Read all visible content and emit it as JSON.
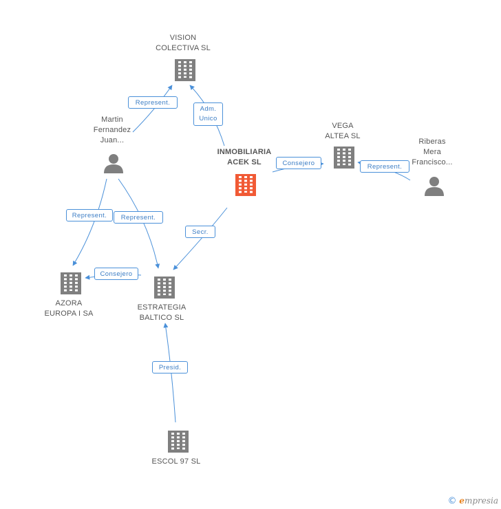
{
  "colors": {
    "edge": "#4a90d9",
    "node_icon": "#7f7f7f",
    "main_icon": "#f15a35",
    "text": "#555555"
  },
  "nodes": {
    "vision": {
      "label": "VISION\nCOLECTIVA SL",
      "icon": "building-icon"
    },
    "main": {
      "label": "INMOBILIARIA\nACEK SL",
      "icon": "building-icon"
    },
    "vega": {
      "label": "VEGA\nALTEA SL",
      "icon": "building-icon"
    },
    "riberas": {
      "label": "Riberas\nMera\nFrancisco...",
      "icon": "person-icon"
    },
    "martin": {
      "label": "Martin\nFernandez\nJuan...",
      "icon": "person-icon"
    },
    "azora": {
      "label": "AZORA\nEUROPA I SA",
      "icon": "building-icon"
    },
    "estrategia": {
      "label": "ESTRATEGIA\nBALTICO SL",
      "icon": "building-icon"
    },
    "escol": {
      "label": "ESCOL 97 SL",
      "icon": "building-icon"
    }
  },
  "edges": {
    "martin_vision": "Represent.",
    "main_vision": "Adm.\nUnico",
    "main_vega": "Consejero",
    "riberas_vega": "Represent.",
    "martin_azora": "Represent.",
    "martin_estrategia": "Represent.",
    "estrategia_azora": "Consejero",
    "main_estrategia": "Secr.",
    "escol_estrategia": "Presid."
  },
  "footer": {
    "copyright": "©",
    "brand_initial": "e",
    "brand_rest": "mpresia"
  }
}
